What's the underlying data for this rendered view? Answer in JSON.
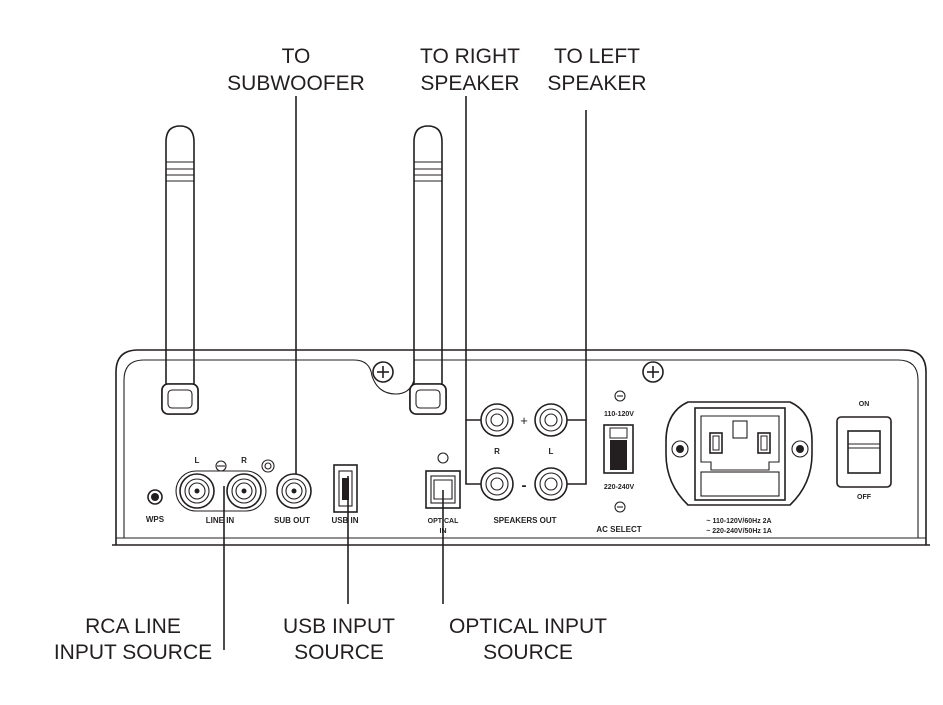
{
  "callouts": {
    "subwoofer": [
      "TO",
      "SUBWOOFER"
    ],
    "right_speaker": [
      "TO RIGHT",
      "SPEAKER"
    ],
    "left_speaker": [
      "TO LEFT",
      "SPEAKER"
    ],
    "rca_line": [
      "RCA LINE",
      "INPUT SOURCE"
    ],
    "usb_input": [
      "USB INPUT",
      "SOURCE"
    ],
    "optical_input": [
      "OPTICAL INPUT",
      "SOURCE"
    ]
  },
  "panel_labels": {
    "wps": "WPS",
    "line_l": "L",
    "line_r": "R",
    "line_in": "LINE IN",
    "sub_out": "SUB OUT",
    "usb_in": "USB IN",
    "optical_1": "OPTICAL",
    "optical_2": "IN",
    "plus": "+",
    "minus": "-",
    "spk_r": "R",
    "spk_l": "L",
    "speakers_out": "SPEAKERS OUT",
    "v110": "110-120V",
    "v220": "220-240V",
    "ac_select": "AC SELECT",
    "rating_1": "~ 110-120V/60Hz 2A",
    "rating_2": "~ 220-240V/50Hz 1A",
    "on": "ON",
    "off": "OFF"
  }
}
